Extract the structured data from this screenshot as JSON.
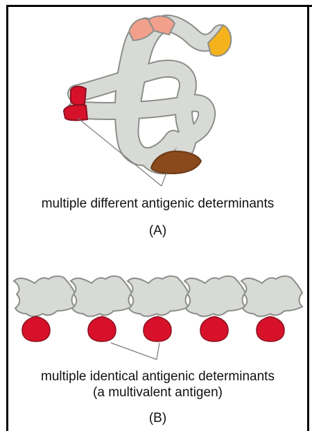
{
  "panel_a": {
    "caption": "multiple different antigenic determinants",
    "label": "(A)"
  },
  "panel_b": {
    "caption_line1": "multiple identical antigenic determinants",
    "caption_line2": "(a multivalent antigen)",
    "label": "(B)"
  },
  "colors": {
    "chain_fill": "#d8dad6",
    "chain_outline": "#8c8e8b",
    "determinant_red": "#d8112b",
    "determinant_salmon": "#f2a08c",
    "determinant_yellow": "#f4b21d",
    "determinant_brown": "#8a4a1c",
    "frame": "#000000"
  }
}
